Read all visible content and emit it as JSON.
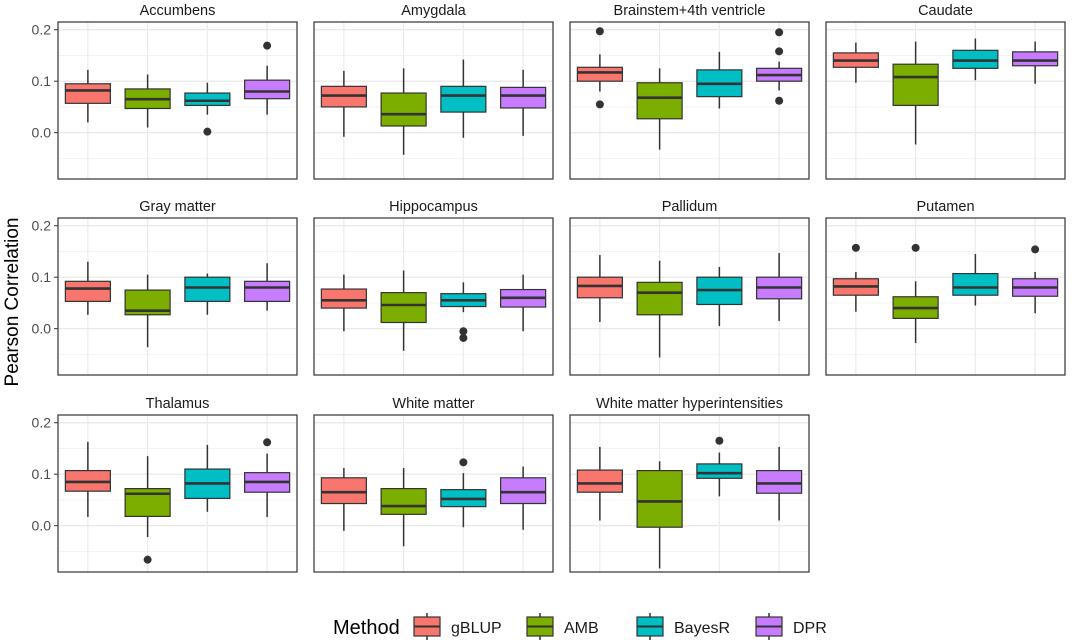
{
  "figure": {
    "ylabel": "Pearson Correlation",
    "legend_title": "Method"
  },
  "chart_data": {
    "type": "boxplot",
    "ylabel": "Pearson Correlation",
    "ylim": [
      -0.09,
      0.215
    ],
    "yticks": [
      0.0,
      0.1,
      0.2
    ],
    "ytick_labels": [
      "0.0",
      "0.1",
      "0.2"
    ],
    "grid": true,
    "legend_placement": "bottom",
    "legend_title": "Method",
    "methods": [
      {
        "name": "gBLUP",
        "color": "#F8766D"
      },
      {
        "name": "AMB",
        "color": "#7CAE00"
      },
      {
        "name": "BayesR",
        "color": "#00BFC4"
      },
      {
        "name": "DPR",
        "color": "#C77CFF"
      }
    ],
    "panels": [
      {
        "title": "Accumbens",
        "boxes": [
          {
            "min": 0.02,
            "q1": 0.057,
            "median": 0.082,
            "q3": 0.095,
            "max": 0.122,
            "outliers": []
          },
          {
            "min": 0.01,
            "q1": 0.047,
            "median": 0.065,
            "q3": 0.085,
            "max": 0.113,
            "outliers": []
          },
          {
            "min": 0.035,
            "q1": 0.053,
            "median": 0.062,
            "q3": 0.077,
            "max": 0.097,
            "outliers": [
              0.002
            ]
          },
          {
            "min": 0.035,
            "q1": 0.066,
            "median": 0.08,
            "q3": 0.102,
            "max": 0.13,
            "outliers": [
              0.169
            ]
          }
        ]
      },
      {
        "title": "Amygdala",
        "boxes": [
          {
            "min": -0.008,
            "q1": 0.05,
            "median": 0.072,
            "q3": 0.09,
            "max": 0.12,
            "outliers": []
          },
          {
            "min": -0.043,
            "q1": 0.013,
            "median": 0.036,
            "q3": 0.077,
            "max": 0.125,
            "outliers": []
          },
          {
            "min": -0.01,
            "q1": 0.04,
            "median": 0.072,
            "q3": 0.09,
            "max": 0.142,
            "outliers": []
          },
          {
            "min": -0.006,
            "q1": 0.048,
            "median": 0.072,
            "q3": 0.088,
            "max": 0.122,
            "outliers": []
          }
        ]
      },
      {
        "title": "Brainstem+4th ventricle",
        "boxes": [
          {
            "min": 0.08,
            "q1": 0.1,
            "median": 0.117,
            "q3": 0.127,
            "max": 0.152,
            "outliers": [
              0.055,
              0.197
            ]
          },
          {
            "min": -0.033,
            "q1": 0.027,
            "median": 0.068,
            "q3": 0.097,
            "max": 0.125,
            "outliers": []
          },
          {
            "min": 0.047,
            "q1": 0.07,
            "median": 0.095,
            "q3": 0.122,
            "max": 0.157,
            "outliers": []
          },
          {
            "min": 0.082,
            "q1": 0.1,
            "median": 0.112,
            "q3": 0.125,
            "max": 0.138,
            "outliers": [
              0.062,
              0.158,
              0.195
            ]
          }
        ]
      },
      {
        "title": "Caudate",
        "boxes": [
          {
            "min": 0.097,
            "q1": 0.127,
            "median": 0.14,
            "q3": 0.155,
            "max": 0.175,
            "outliers": []
          },
          {
            "min": -0.023,
            "q1": 0.053,
            "median": 0.108,
            "q3": 0.133,
            "max": 0.177,
            "outliers": []
          },
          {
            "min": 0.102,
            "q1": 0.125,
            "median": 0.14,
            "q3": 0.16,
            "max": 0.183,
            "outliers": []
          },
          {
            "min": 0.095,
            "q1": 0.13,
            "median": 0.14,
            "q3": 0.157,
            "max": 0.177,
            "outliers": []
          }
        ]
      },
      {
        "title": "Gray matter",
        "boxes": [
          {
            "min": 0.027,
            "q1": 0.053,
            "median": 0.078,
            "q3": 0.092,
            "max": 0.13,
            "outliers": []
          },
          {
            "min": -0.036,
            "q1": 0.027,
            "median": 0.035,
            "q3": 0.075,
            "max": 0.105,
            "outliers": []
          },
          {
            "min": 0.027,
            "q1": 0.053,
            "median": 0.08,
            "q3": 0.1,
            "max": 0.107,
            "outliers": []
          },
          {
            "min": 0.035,
            "q1": 0.053,
            "median": 0.08,
            "q3": 0.092,
            "max": 0.127,
            "outliers": []
          }
        ]
      },
      {
        "title": "Hippocampus",
        "boxes": [
          {
            "min": -0.005,
            "q1": 0.04,
            "median": 0.055,
            "q3": 0.077,
            "max": 0.105,
            "outliers": []
          },
          {
            "min": -0.043,
            "q1": 0.012,
            "median": 0.046,
            "q3": 0.07,
            "max": 0.113,
            "outliers": []
          },
          {
            "min": 0.032,
            "q1": 0.043,
            "median": 0.055,
            "q3": 0.068,
            "max": 0.09,
            "outliers": [
              -0.005,
              -0.018
            ]
          },
          {
            "min": -0.005,
            "q1": 0.042,
            "median": 0.06,
            "q3": 0.076,
            "max": 0.105,
            "outliers": []
          }
        ]
      },
      {
        "title": "Pallidum",
        "boxes": [
          {
            "min": 0.013,
            "q1": 0.06,
            "median": 0.083,
            "q3": 0.1,
            "max": 0.143,
            "outliers": []
          },
          {
            "min": -0.056,
            "q1": 0.027,
            "median": 0.07,
            "q3": 0.09,
            "max": 0.132,
            "outliers": []
          },
          {
            "min": 0.005,
            "q1": 0.047,
            "median": 0.075,
            "q3": 0.1,
            "max": 0.12,
            "outliers": []
          },
          {
            "min": 0.015,
            "q1": 0.058,
            "median": 0.08,
            "q3": 0.1,
            "max": 0.147,
            "outliers": []
          }
        ]
      },
      {
        "title": "Putamen",
        "boxes": [
          {
            "min": 0.033,
            "q1": 0.065,
            "median": 0.082,
            "q3": 0.097,
            "max": 0.11,
            "outliers": [
              0.157
            ]
          },
          {
            "min": -0.028,
            "q1": 0.02,
            "median": 0.04,
            "q3": 0.062,
            "max": 0.092,
            "outliers": [
              0.157
            ]
          },
          {
            "min": 0.045,
            "q1": 0.065,
            "median": 0.08,
            "q3": 0.107,
            "max": 0.145,
            "outliers": []
          },
          {
            "min": 0.03,
            "q1": 0.063,
            "median": 0.08,
            "q3": 0.097,
            "max": 0.11,
            "outliers": [
              0.154
            ]
          }
        ]
      },
      {
        "title": "Thalamus",
        "boxes": [
          {
            "min": 0.017,
            "q1": 0.067,
            "median": 0.085,
            "q3": 0.107,
            "max": 0.163,
            "outliers": []
          },
          {
            "min": -0.022,
            "q1": 0.018,
            "median": 0.062,
            "q3": 0.072,
            "max": 0.135,
            "outliers": [
              -0.066
            ]
          },
          {
            "min": 0.027,
            "q1": 0.053,
            "median": 0.082,
            "q3": 0.11,
            "max": 0.157,
            "outliers": []
          },
          {
            "min": 0.017,
            "q1": 0.065,
            "median": 0.085,
            "q3": 0.103,
            "max": 0.14,
            "outliers": [
              0.162
            ]
          }
        ]
      },
      {
        "title": "White matter",
        "boxes": [
          {
            "min": -0.01,
            "q1": 0.043,
            "median": 0.065,
            "q3": 0.093,
            "max": 0.112,
            "outliers": []
          },
          {
            "min": -0.04,
            "q1": 0.022,
            "median": 0.038,
            "q3": 0.072,
            "max": 0.112,
            "outliers": []
          },
          {
            "min": -0.003,
            "q1": 0.037,
            "median": 0.052,
            "q3": 0.07,
            "max": 0.102,
            "outliers": [
              0.123
            ]
          },
          {
            "min": -0.008,
            "q1": 0.043,
            "median": 0.065,
            "q3": 0.093,
            "max": 0.115,
            "outliers": []
          }
        ]
      },
      {
        "title": "White matter hyperintensities",
        "boxes": [
          {
            "min": 0.01,
            "q1": 0.065,
            "median": 0.082,
            "q3": 0.108,
            "max": 0.153,
            "outliers": []
          },
          {
            "min": -0.083,
            "q1": -0.003,
            "median": 0.047,
            "q3": 0.107,
            "max": 0.125,
            "outliers": []
          },
          {
            "min": 0.057,
            "q1": 0.092,
            "median": 0.102,
            "q3": 0.12,
            "max": 0.142,
            "outliers": [
              0.165
            ]
          },
          {
            "min": 0.01,
            "q1": 0.063,
            "median": 0.082,
            "q3": 0.107,
            "max": 0.153,
            "outliers": []
          }
        ]
      }
    ]
  }
}
